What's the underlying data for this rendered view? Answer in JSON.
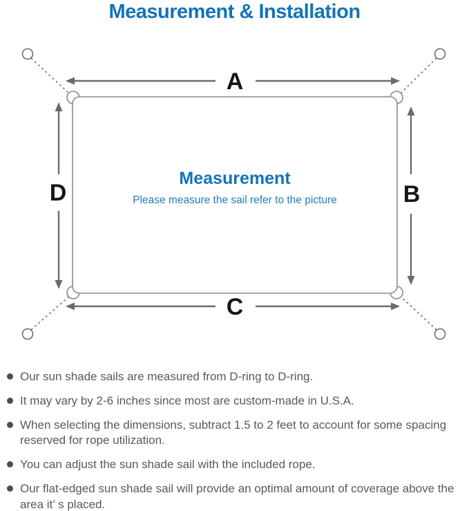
{
  "title": "Measurement & Installation",
  "diagram": {
    "labels": {
      "top": "A",
      "right": "B",
      "bottom": "C",
      "left": "D"
    },
    "center_title": "Measurement",
    "center_subtitle": "Please measure the sail refer to the picture"
  },
  "bullets": [
    "Our sun shade sails are measured from D-ring to D-ring.",
    "It may vary by 2-6 inches since most are custom-made in U.S.A.",
    "When selecting the dimensions, subtract 1.5 to 2 feet to account for some spacing reserved for rope utilization.",
    "You can adjust the sun shade sail with the included rope.",
    "Our flat-edged sun shade sail will provide an optimal amount of coverage above the area it’ s placed."
  ],
  "colors": {
    "accent_blue": "#1273b8",
    "subtitle_blue": "#1f7dbd",
    "line_gray": "#6b6b6b",
    "outline_gray": "#8a8a8a",
    "label_black": "#161616",
    "body_text_gray": "#595959"
  }
}
